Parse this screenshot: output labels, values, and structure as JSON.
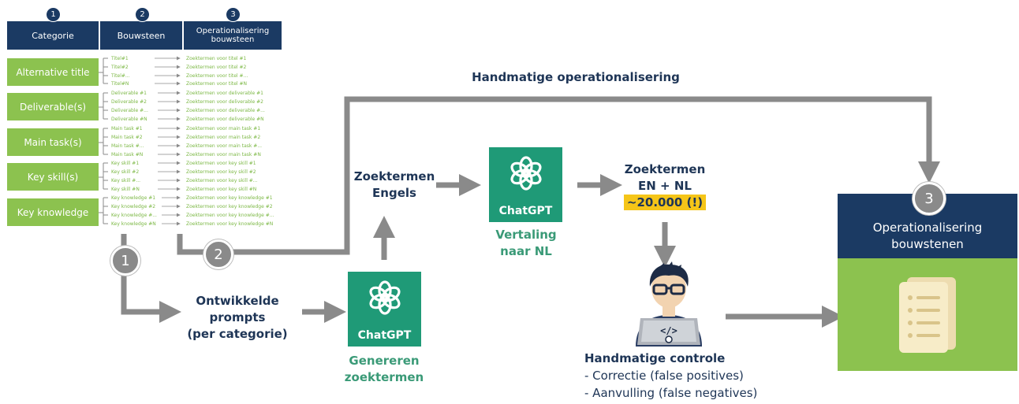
{
  "table": {
    "headers": [
      {
        "num": "1",
        "label": "Categorie"
      },
      {
        "num": "2",
        "label": "Bouwsteen"
      },
      {
        "num": "3",
        "label": "Operationalisering bouwsteen"
      }
    ],
    "categories": [
      "Alternative title",
      "Deliverable(s)",
      "Main task(s)",
      "Key skill(s)",
      "Key knowledge"
    ],
    "bouwstenen": [
      [
        "Titel#1",
        "Titel#2",
        "Titel#...",
        "Titel#N"
      ],
      [
        "Deliverable #1",
        "Deliverable #2",
        "Deliverable #...",
        "Deliverable #N"
      ],
      [
        "Main task #1",
        "Main task #2",
        "Main task #...",
        "Main task #N"
      ],
      [
        "Key skill #1",
        "Key skill #2",
        "Key skill #...",
        "Key skill #N"
      ],
      [
        "Key knowledge #1",
        "Key knowledge #2",
        "Key knowledge #...",
        "Key knowledge #N"
      ]
    ],
    "operationalisering": [
      [
        "Zoektermen voor titel #1",
        "Zoektermen voor titel #2",
        "Zoektermen voor titel #...",
        "Zoektermen voor titel #N"
      ],
      [
        "Zoektermen voor deliverable #1",
        "Zoektermen voor deliverable #2",
        "Zoektermen voor deliverable #...",
        "Zoektermen voor deliverable #N"
      ],
      [
        "Zoektermen voor main task #1",
        "Zoektermen voor main task #2",
        "Zoektermen voor main task #...",
        "Zoektermen voor main task #N"
      ],
      [
        "Zoektermen voor key skill #1",
        "Zoektermen voor key skill #2",
        "Zoektermen voor key skill #...",
        "Zoektermen voor key skill #N"
      ],
      [
        "Zoektermen voor key knowledge #1",
        "Zoektermen voor key knowledge #2",
        "Zoektermen voor key knowledge #...",
        "Zoektermen voor key knowledge #N"
      ]
    ]
  },
  "flow": {
    "handmatige_operationalisering": "Handmatige operationalisering",
    "step1": "1",
    "step2": "2",
    "step3": "3",
    "ontwikkelde_prompts": [
      "Ontwikkelde",
      "prompts",
      "(per categorie)"
    ],
    "chatgpt_label": "ChatGPT",
    "genereren": [
      "Genereren",
      "zoektermen"
    ],
    "zoektermen_engels": [
      "Zoektermen",
      "Engels"
    ],
    "vertaling": [
      "Vertaling",
      "naar NL"
    ],
    "zoektermen_en_nl": [
      "Zoektermen",
      "EN + NL"
    ],
    "count": "~20.000 (!)",
    "handmatige_controle": {
      "title": "Handmatige controle",
      "items": [
        "- Correctie (false positives)",
        "- Aanvulling (false negatives)"
      ]
    },
    "result": [
      "Operationalisering",
      "bouwstenen"
    ]
  },
  "colors": {
    "navy": "#1b3a63",
    "green": "#8cc24f",
    "chatgpt": "#1f9a77",
    "arrow": "#8a8a8a",
    "highlight": "#f5c518"
  }
}
